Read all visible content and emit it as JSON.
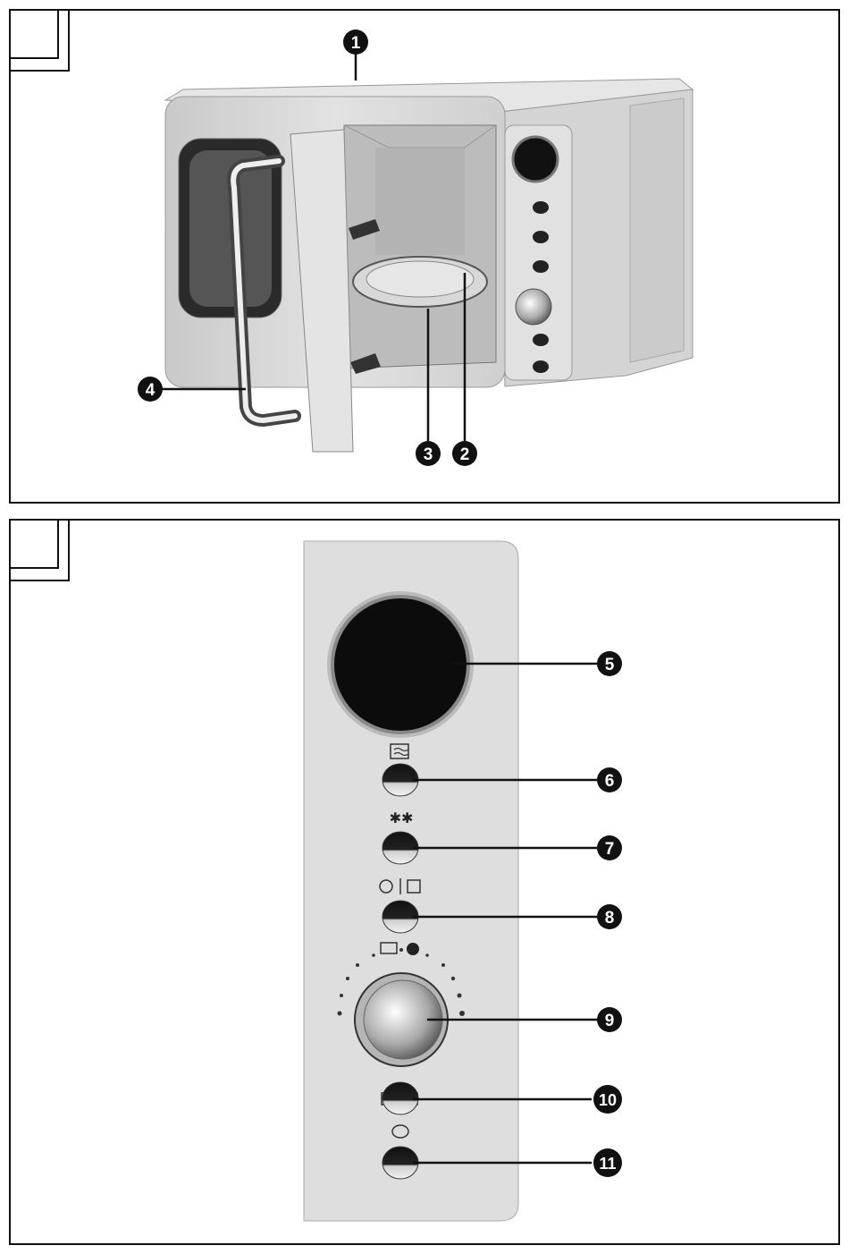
{
  "figure1": {
    "callouts": [
      "1",
      "2",
      "3",
      "4"
    ]
  },
  "figure2": {
    "callouts": [
      "5",
      "6",
      "7",
      "8",
      "9",
      "10",
      "11"
    ]
  },
  "colors": {
    "ink": "#111111",
    "callout_fill": "#111111",
    "body_gray": "#d9d9d9"
  }
}
